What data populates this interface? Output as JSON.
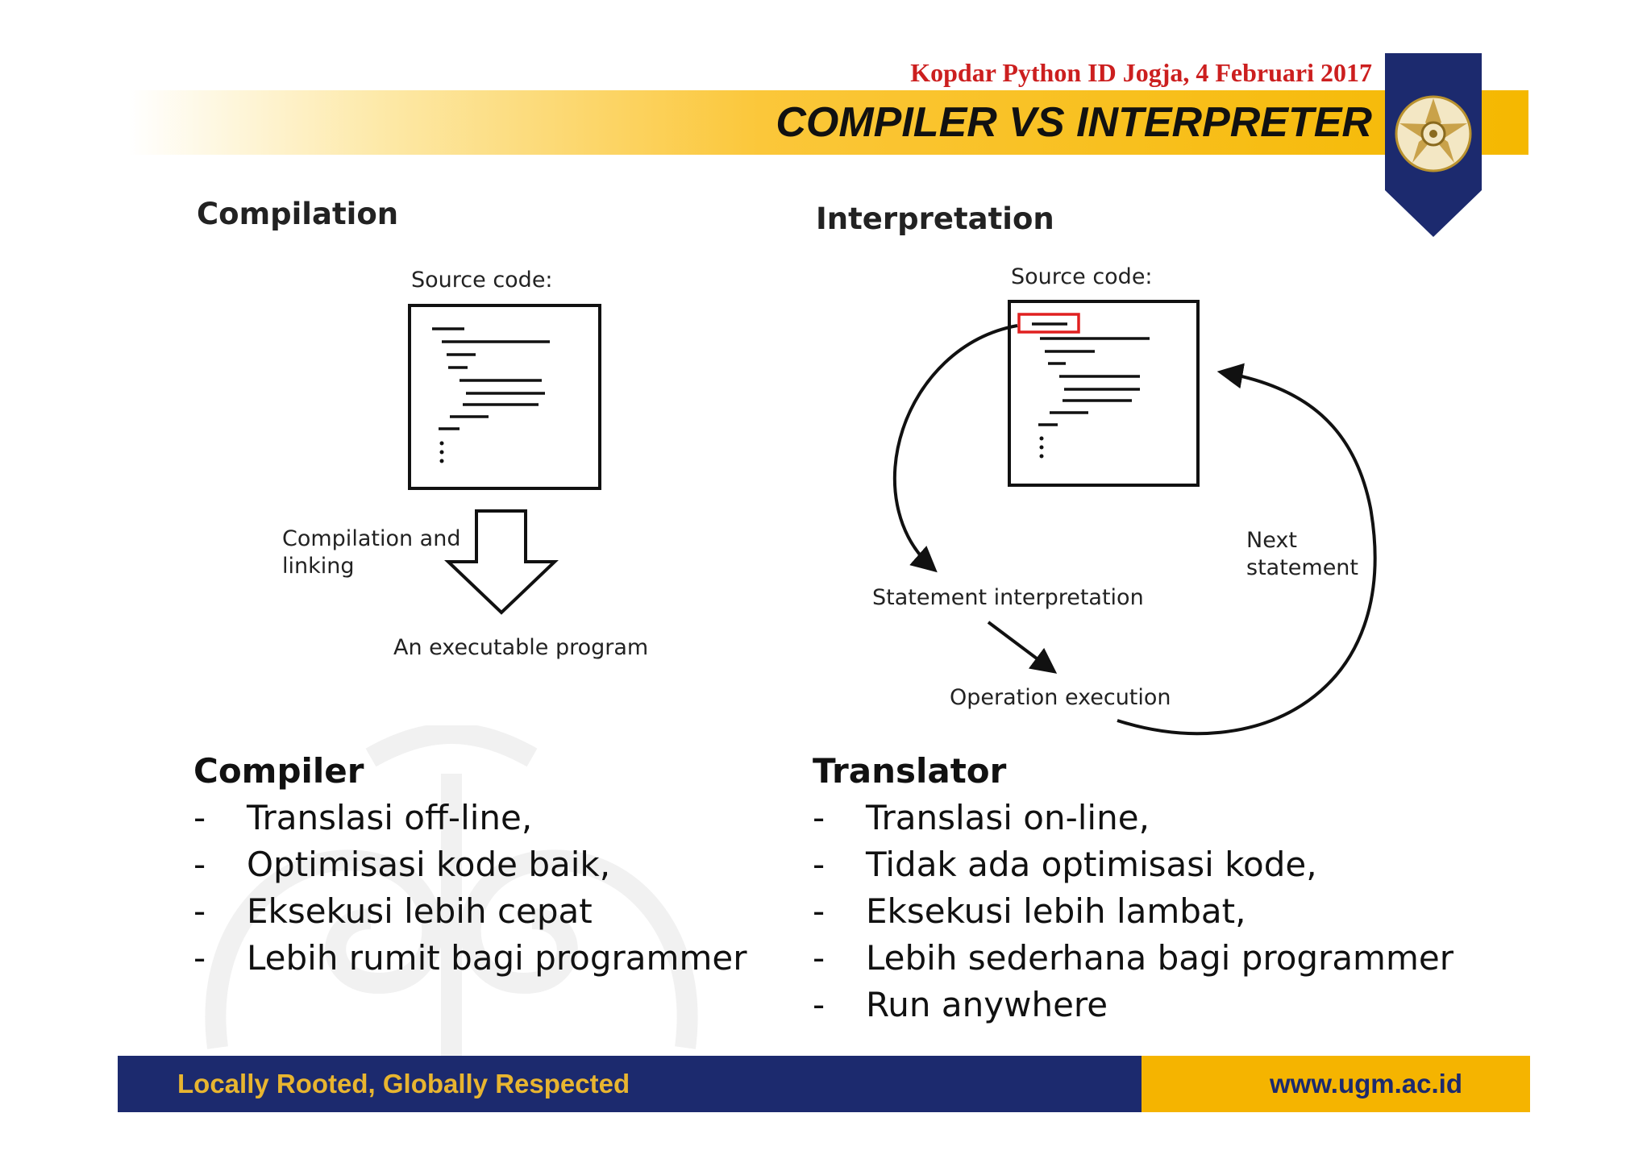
{
  "header": {
    "event": "Kopdar Python ID Jogja, 4 Februari 2017",
    "title": "COMPILER VS INTERPRETER"
  },
  "compilation": {
    "title": "Compilation",
    "source_label": "Source code:",
    "step_label": "Compilation and linking",
    "result_label": "An executable program"
  },
  "interpretation": {
    "title": "Interpretation",
    "source_label": "Source code:",
    "statement_label": "Statement interpretation",
    "operation_label": "Operation execution",
    "next_label": "Next statement"
  },
  "compiler_list": {
    "title": "Compiler",
    "items": [
      "Translasi off-line,",
      "Optimisasi kode baik,",
      "Eksekusi lebih cepat",
      "Lebih rumit bagi programmer"
    ]
  },
  "translator_list": {
    "title": "Translator",
    "items": [
      "Translasi on-line,",
      "Tidak ada optimisasi kode,",
      "Eksekusi lebih lambat,",
      "Lebih sederhana bagi programmer",
      "Run anywhere"
    ]
  },
  "footer": {
    "tagline": "Locally Rooted, Globally Respected",
    "url": "www.ugm.ac.id"
  },
  "colors": {
    "navy": "#1c2a6e",
    "gold": "#f5b400",
    "event_red": "#cc1f1f",
    "highlight_red": "#e02020"
  }
}
